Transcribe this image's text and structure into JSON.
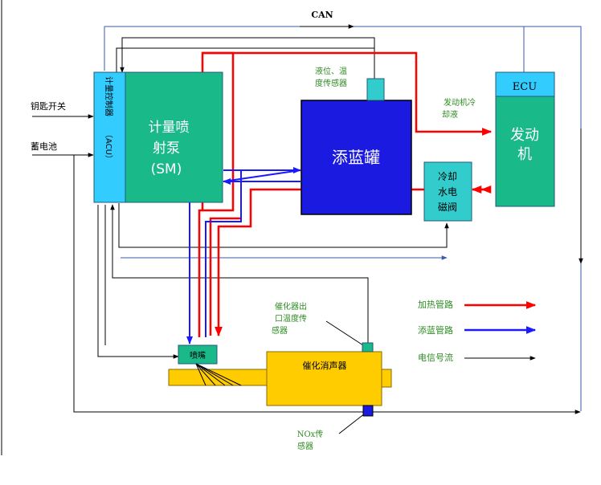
{
  "bus": {
    "can": "CAN"
  },
  "inputs": {
    "key_switch": "钥匙开关",
    "battery": "蓄电池"
  },
  "acu": {
    "label_top": "计量控制器",
    "label_bottom": "（ACU）"
  },
  "pump": {
    "line1": "计量喷",
    "line2": "射泵",
    "line3": "(SM)"
  },
  "tank": {
    "label": "添蓝罐",
    "sensor_line1": "液位、温",
    "sensor_line2": "度传感器"
  },
  "engine": {
    "ecu": "ECU",
    "line1": "发动",
    "line2": "机",
    "coolant_line1": "发动机冷",
    "coolant_line2": "却液"
  },
  "valve": {
    "line1": "冷却",
    "line2": "水电",
    "line3": "磁阀"
  },
  "nozzle": {
    "label": "喷嘴"
  },
  "catalyst": {
    "label": "催化消声器",
    "temp_line1": "催化器出",
    "temp_line2": "口温度传",
    "temp_line3": "感器"
  },
  "nox": {
    "line1": "NOx传",
    "line2": "感器"
  },
  "legend": {
    "heating": "加热管路",
    "adblue": "添蓝管路",
    "signal": "电信号流"
  },
  "colors": {
    "heating": "#ff0000",
    "adblue": "#1a1aff",
    "signal": "#000000",
    "signal_blue": "#3a5aa8",
    "acu_fill": "#33ccff",
    "pump_fill": "#1ab98a",
    "tank_fill": "#1a1ae0",
    "engine_fill": "#1ab98a",
    "catalyst_fill": "#ffcc00",
    "valve_fill": "#33cccc",
    "label_green": "#2e8b22"
  }
}
